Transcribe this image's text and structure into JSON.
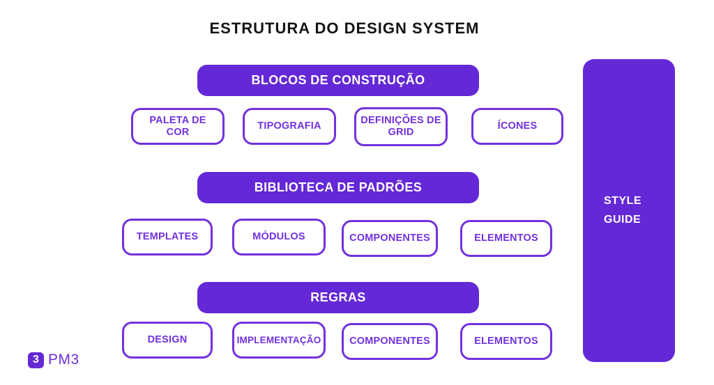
{
  "title": "ESTRUTURA DO DESIGN SYSTEM",
  "colors": {
    "purple_fill": "#6428d6",
    "purple_outline": "#7231dd",
    "text_on_purple": "#ffffff",
    "title_color": "#141414",
    "background": "#ffffff"
  },
  "groups": [
    {
      "header": "BLOCOS DE CONSTRUÇÃO",
      "items": [
        "PALETA DE COR",
        "TIPOGRAFIA",
        "DEFINIÇÕES DE GRID",
        "ÍCONES"
      ]
    },
    {
      "header": "BIBLIOTECA DE PADRÕES",
      "items": [
        "TEMPLATES",
        "MÓDULOS",
        "COMPONENTES",
        "ELEMENTOS"
      ]
    },
    {
      "header": "REGRAS",
      "items": [
        "DESIGN",
        "IMPLEMENTAÇÃO",
        "COMPONENTES",
        "ELEMENTOS"
      ]
    }
  ],
  "side_panel": {
    "label": "STYLE GUIDE"
  },
  "logo": {
    "mark": "3",
    "text": "PM3"
  }
}
